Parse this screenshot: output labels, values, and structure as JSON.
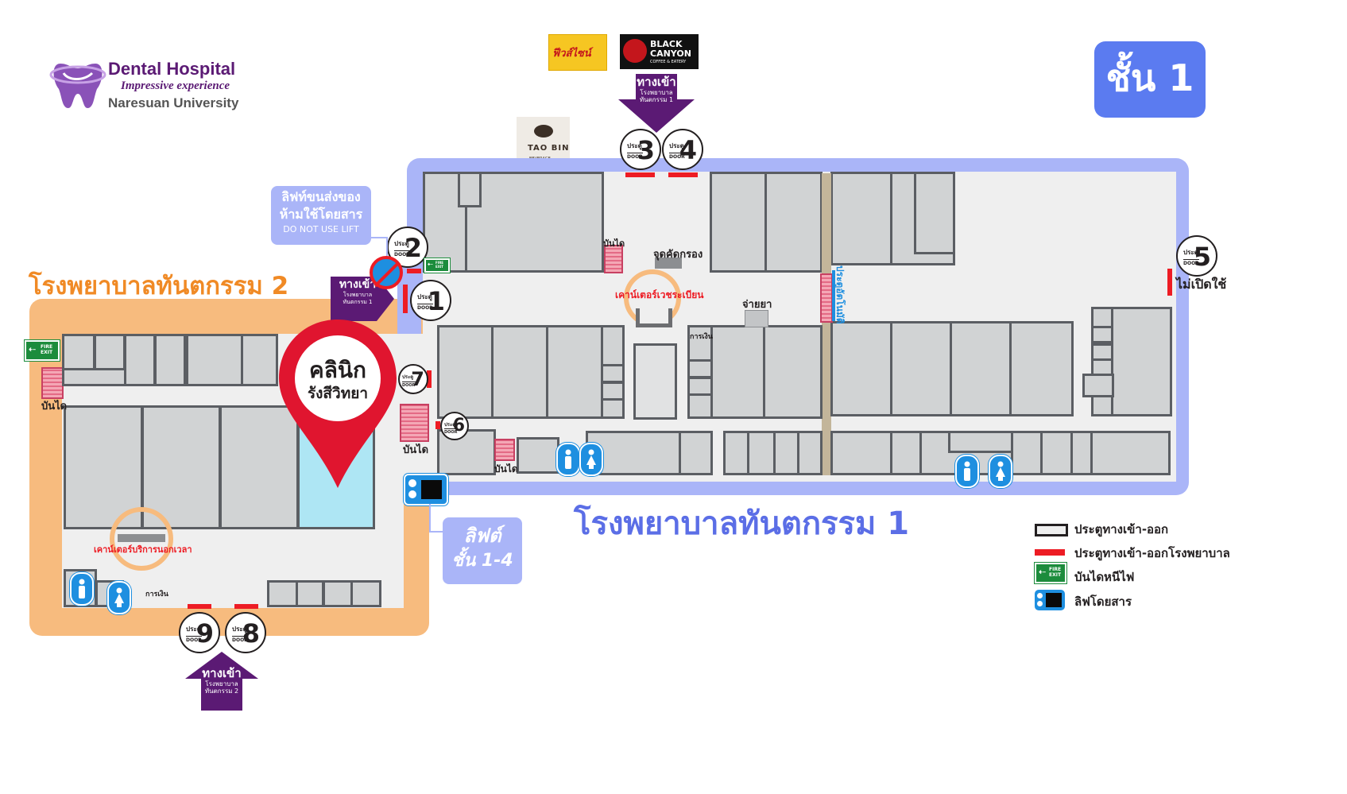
{
  "logo": {
    "title": "Dental Hospital",
    "subtitle": "Impressive experience",
    "university": "Naresuan University"
  },
  "brands": {
    "brand1_name": "ฟีวส์ไซน์",
    "brand2_name": "BLACK CANYON",
    "brand2_sub": "COFFEE & EATERY",
    "brand3_name": "TAO BIN",
    "brand3_sub": "BEVERAGE"
  },
  "floor_badge": "ชั้น 1",
  "buildings": {
    "hospital1": "โรงพยาบาลทันตกรรม 1",
    "hospital2": "โรงพยาบาลทันตกรรม 2"
  },
  "cargo_lift": {
    "line1": "ลิฟท์ขนส่งของ",
    "line2": "ห้ามใช้โดยสาร",
    "line3": "DO NOT USE LIFT"
  },
  "passenger_lift_note": {
    "line1": "ลิฟต์",
    "line2": "ชั้น 1-4"
  },
  "entrances": {
    "main_label": "ทางเข้า",
    "sub1a": "โรงพยาบาล",
    "sub1b": "ทันตกรรม 1",
    "sub2b": "ทันตกรรม 2"
  },
  "doors": {
    "th": "ประตู",
    "en": "DOOR",
    "d1": "1",
    "d2": "2",
    "d3": "3",
    "d4": "4",
    "d5": "5",
    "d6": "6",
    "d7": "7",
    "d8": "8",
    "d9": "9",
    "d5_note": "ไม่เปิดใช้"
  },
  "rooms": {
    "screening": "จุดคัดกรอง",
    "registration": "เคาน์เตอร์เวชระเบียน",
    "pharmacy": "จ่ายยา",
    "cashier": "การเงิน",
    "auto_door": "ประตูอัตโนมัติ",
    "after_hours": "เคาน์เตอร์บริการนอกเวลา",
    "stairs": "บันได",
    "fire_exit": "FIRE EXIT"
  },
  "clinic_pin": {
    "line1": "คลินิก",
    "line2": "รังสีวิทยา"
  },
  "legend": [
    {
      "label": "ประตูทางเข้า-ออก"
    },
    {
      "label": "ประตูทางเข้า-ออกโรงพยาบาล"
    },
    {
      "label": "บันไดหนีไฟ"
    },
    {
      "label": "ลิฟโดยสาร"
    }
  ],
  "colors": {
    "hospital1_bg": "#aab5f8",
    "hospital2_bg": "#f7bb7e",
    "hospital1_text": "#5b6ee6",
    "hospital2_text": "#f08a25",
    "purple": "#5b1a74",
    "red": "#ed1c24",
    "floor_badge": "#5b7bf0"
  }
}
